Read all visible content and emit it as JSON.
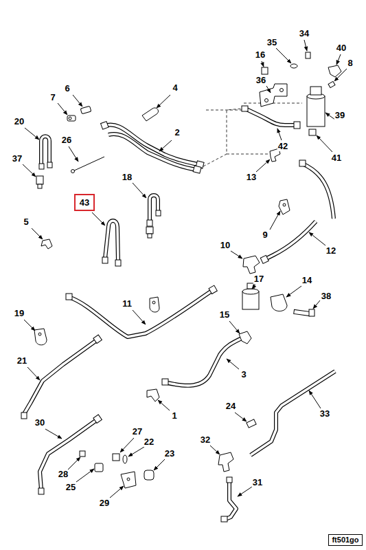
{
  "diagram": {
    "nodes": [
      {
        "text": [
          "43"
        ]
      },
      {
        "text": [
          "ft501go"
        ]
      }
    ],
    "labels": [
      "34",
      "35",
      "40",
      "16",
      "8",
      "36",
      "6",
      "4",
      "7",
      "20",
      "2",
      "39",
      "42",
      "41",
      "26",
      "37",
      "13",
      "18",
      "9",
      "5",
      "12",
      "10",
      "17",
      "14",
      "38",
      "11",
      "19",
      "15",
      "3",
      "21",
      "1",
      "33",
      "24",
      "30",
      "27",
      "22",
      "32",
      "28",
      "25",
      "23",
      "29",
      "31"
    ]
  }
}
